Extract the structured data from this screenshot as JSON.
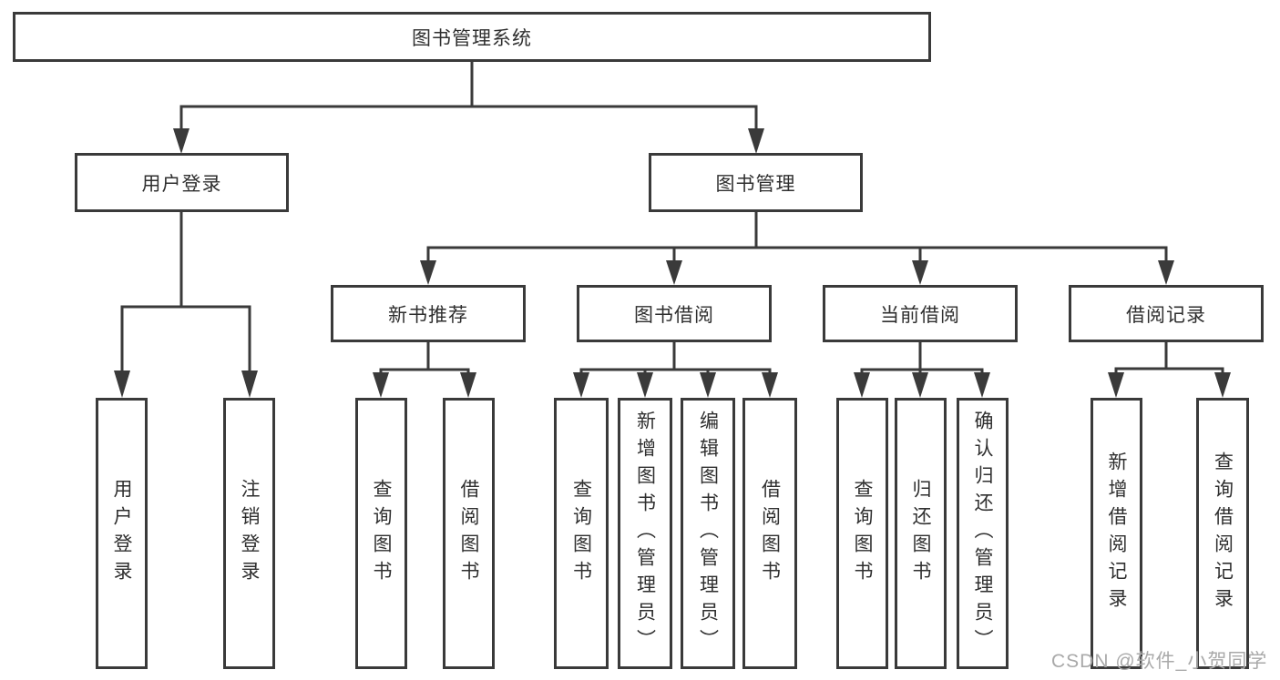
{
  "diagram": {
    "root": {
      "label": "图书管理系统"
    },
    "level2": [
      {
        "label": "用户登录",
        "children": [
          {
            "label": "用户登录"
          },
          {
            "label": "注销登录"
          }
        ]
      },
      {
        "label": "图书管理",
        "children": [
          {
            "label": "新书推荐",
            "children": [
              {
                "label": "查询图书"
              },
              {
                "label": "借阅图书"
              }
            ]
          },
          {
            "label": "图书借阅",
            "children": [
              {
                "label": "查询图书"
              },
              {
                "label": "新增图书（管理员）"
              },
              {
                "label": "编辑图书（管理员）"
              },
              {
                "label": "借阅图书"
              }
            ]
          },
          {
            "label": "当前借阅",
            "children": [
              {
                "label": "查询图书"
              },
              {
                "label": "归还图书"
              },
              {
                "label": "确认归还（管理员）"
              }
            ]
          },
          {
            "label": "借阅记录",
            "children": [
              {
                "label": "新增借阅记录"
              },
              {
                "label": "查询借阅记录"
              }
            ]
          }
        ]
      }
    ]
  },
  "watermark": {
    "text": "CSDN @软件_小贺同学"
  },
  "colors": {
    "line": "#3a3a3a",
    "text": "#2f2f2f",
    "background": "#ffffff",
    "watermark": "#a9a9a9"
  }
}
